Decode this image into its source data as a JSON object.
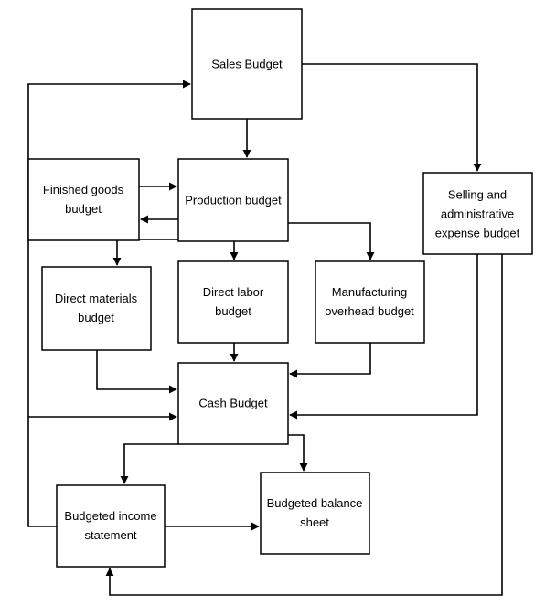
{
  "nodes": {
    "sales": {
      "lines": [
        "Sales Budget"
      ]
    },
    "finished_goods": {
      "lines": [
        "Finished goods",
        "budget"
      ]
    },
    "production": {
      "lines": [
        "Production budget"
      ]
    },
    "selling_admin": {
      "lines": [
        "Selling and",
        "administrative",
        "expense budget"
      ]
    },
    "direct_materials": {
      "lines": [
        "Direct materials",
        "budget"
      ]
    },
    "direct_labor": {
      "lines": [
        "Direct labor",
        "budget"
      ]
    },
    "mfg_overhead": {
      "lines": [
        "Manufacturing",
        "overhead budget"
      ]
    },
    "cash": {
      "lines": [
        "Cash Budget"
      ]
    },
    "income": {
      "lines": [
        "Budgeted income",
        "statement"
      ]
    },
    "balance": {
      "lines": [
        "Budgeted balance",
        "sheet"
      ]
    }
  },
  "colors": {
    "stroke": "#000000",
    "fill": "#ffffff",
    "text": "#000000"
  }
}
